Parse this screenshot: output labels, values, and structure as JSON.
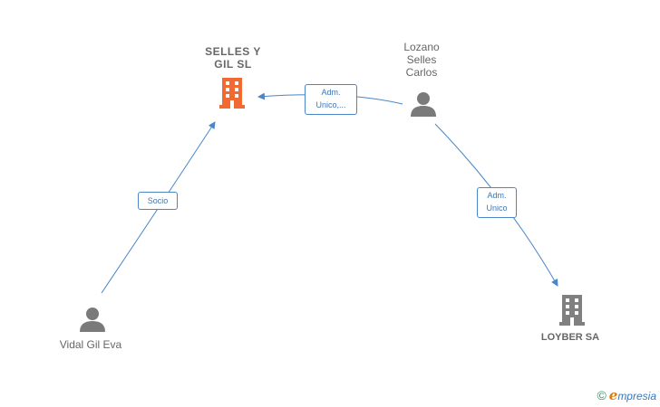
{
  "nodes": {
    "selles": {
      "label_line1": "SELLES Y",
      "label_line2": "GIL  SL"
    },
    "lozano": {
      "label_line1": "Lozano",
      "label_line2": "Selles",
      "label_line3": "Carlos"
    },
    "vidal": {
      "label": "Vidal Gil Eva"
    },
    "loyber": {
      "label": "LOYBER SA"
    }
  },
  "edges": {
    "socio": {
      "label": "Socio"
    },
    "adm_selles": {
      "label_line1": "Adm.",
      "label_line2": "Unico,..."
    },
    "adm_loyber": {
      "label_line1": "Adm.",
      "label_line2": "Unico"
    }
  },
  "colors": {
    "edge": "#4a86c8",
    "company_main": "#f26a33",
    "company_other": "#808080",
    "person": "#7a7a7a"
  },
  "brand": {
    "copyright": "©",
    "e": "e",
    "rest": "mpresia"
  }
}
